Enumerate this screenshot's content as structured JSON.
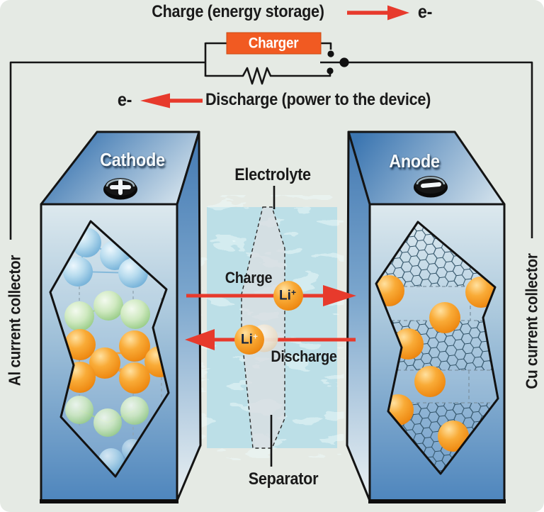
{
  "colors": {
    "background": "#e5eae4",
    "accent_red": "#e73a2c",
    "charger_orange": "#f15a22",
    "wire_black": "#161616",
    "box_blue": "#4c84bc",
    "water_blue": "#c4e4ea",
    "sphere_orange": "#ef8c15",
    "sphere_blue": "#7fb8dc",
    "sphere_green": "#9cce8b"
  },
  "circuit": {
    "charge_label": "Charge (energy storage)",
    "charge_electron": "e-",
    "charger_label": "Charger",
    "discharge_electron": "e-",
    "discharge_label": "Discharge (power to the device)"
  },
  "collectors": {
    "left_label": "Al current collector",
    "right_label": "Cu current collector"
  },
  "electrodes": {
    "cathode_label": "Cathode",
    "cathode_terminal": "+",
    "cathode_terminal_icon": "plus-icon",
    "anode_label": "Anode",
    "anode_terminal": "−",
    "anode_terminal_icon": "minus-icon"
  },
  "cell": {
    "electrolyte_label": "Electrolyte",
    "separator_label": "Separator",
    "charge_label": "Charge",
    "discharge_label": "Discharge",
    "ion_base": "Li",
    "ion_sup": "+"
  }
}
